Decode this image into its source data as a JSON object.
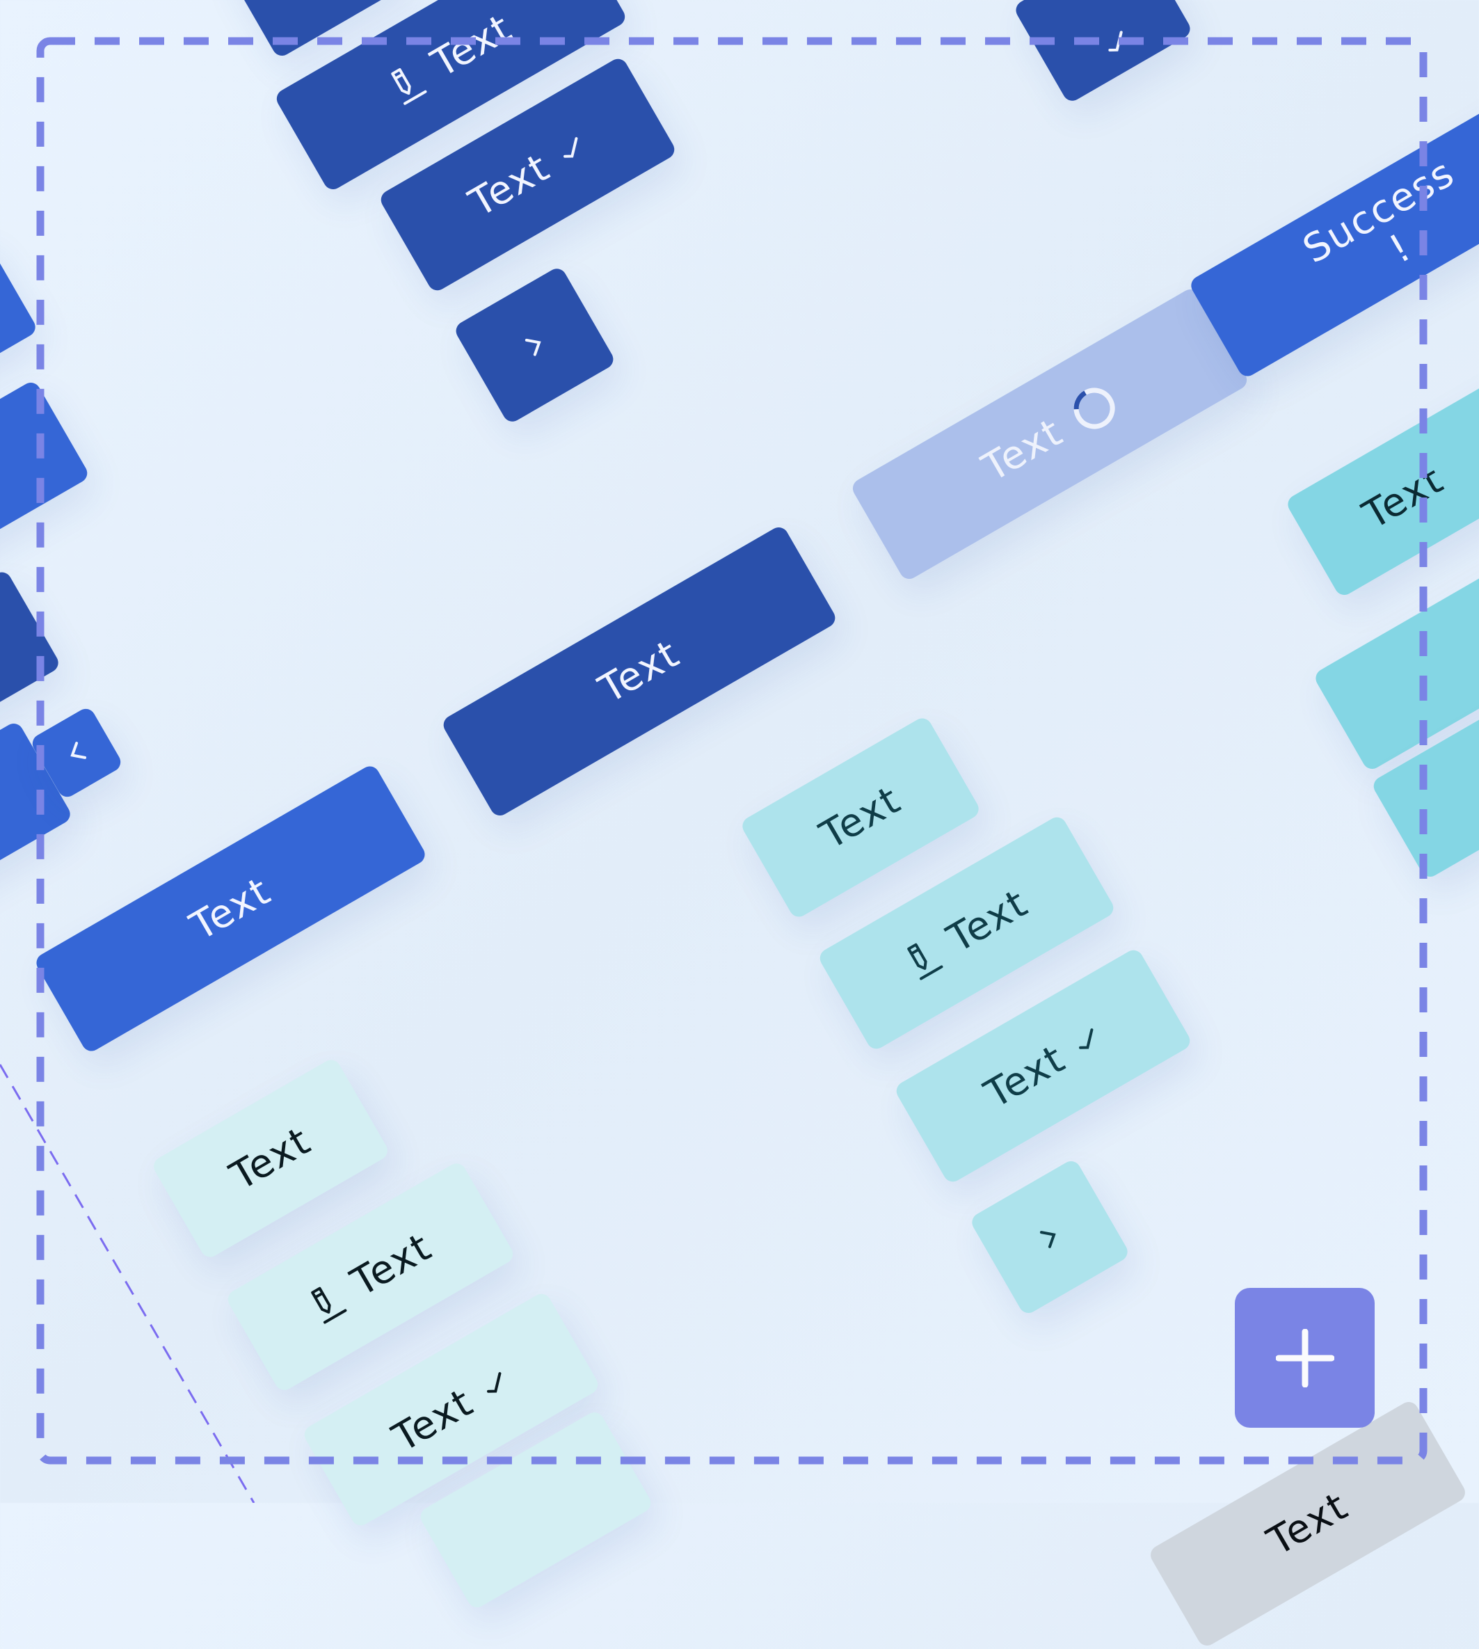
{
  "colors": {
    "primary": "#3566d6",
    "dark": "#2a50ab",
    "loading": "#abbfeb",
    "cyan": "#ade3ec",
    "cyan_strong": "#84d6e4",
    "light": "#d4eff3",
    "frame": "#7a84e5",
    "fab": "#7a84e5"
  },
  "buttons": {
    "primary_large": {
      "label": "Text"
    },
    "dark_large": {
      "label": "Text"
    },
    "loading": {
      "label": "Text",
      "icon": "spinner-icon"
    },
    "dark_edit": {
      "label": "Text",
      "icon": "pencil-icon"
    },
    "dark_check": {
      "label": "Text",
      "icon": "check-icon"
    },
    "dark_next": {
      "icon": "chevron-right-icon"
    },
    "dark_top_right": {
      "icon": "check-icon"
    },
    "success": {
      "label": "Success",
      "label2": "!"
    },
    "left_prev": {
      "icon": "chevron-left-icon"
    },
    "cyan_text": {
      "label": "Text"
    },
    "cyan_edit": {
      "label": "Text",
      "icon": "pencil-icon"
    },
    "cyan_check": {
      "label": "Text",
      "icon": "check-icon"
    },
    "cyan_next": {
      "icon": "chevron-right-icon"
    },
    "cyan_right_text": {
      "label": "Text"
    },
    "light_text": {
      "label": "Text"
    },
    "light_edit": {
      "label": "Text",
      "icon": "pencil-icon"
    },
    "light_check": {
      "label": "Text",
      "icon": "check-icon"
    },
    "grey_text": {
      "label": "Text"
    }
  },
  "fab": {
    "icon": "plus-icon"
  }
}
